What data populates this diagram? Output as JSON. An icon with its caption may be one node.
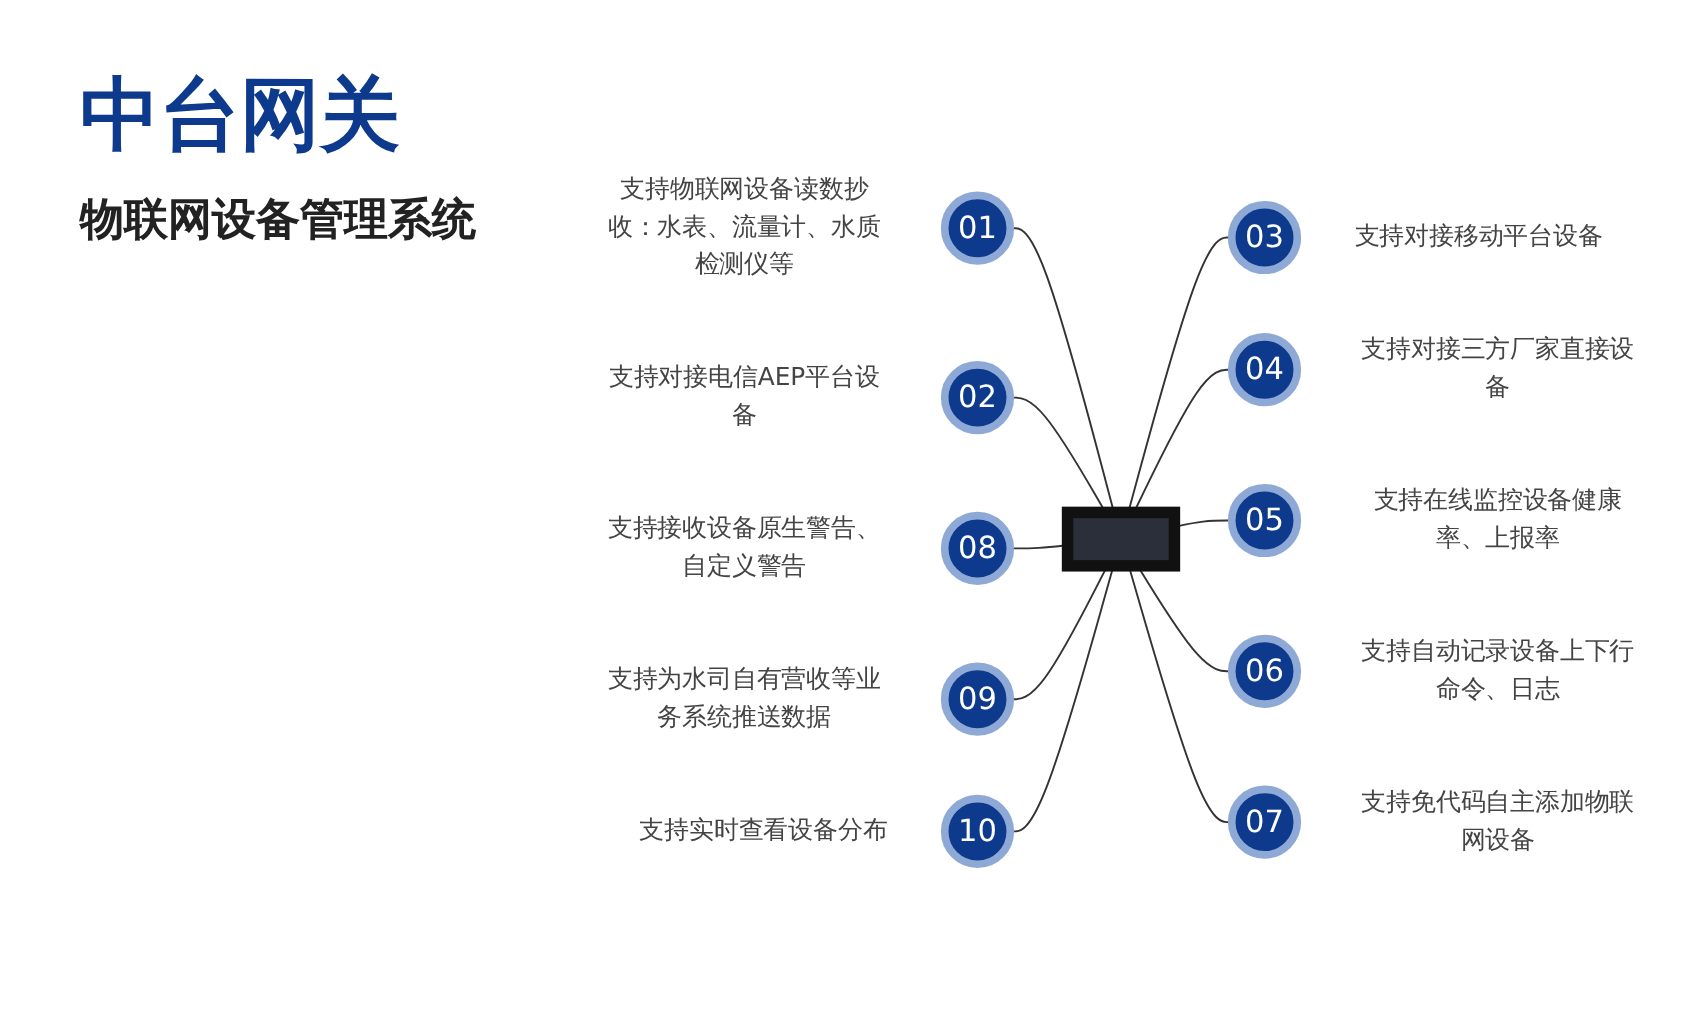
{
  "diagram": {
    "title": "中台网关",
    "nodes": [
      {
        "text": [
          "01"
        ],
        "beside": [
          "支持物联网设备读数抄收：水表、流量计、水质检测仪等"
        ]
      },
      {
        "text": [
          "02"
        ],
        "beside": [
          "支持对接电信AEP平台设备"
        ]
      },
      {
        "text": [
          "03"
        ],
        "beside": [
          "支持对接移动平台设备"
        ]
      },
      {
        "text": [
          "04"
        ],
        "beside": [
          "支持对接三方厂家直接设备"
        ]
      },
      {
        "text": [
          "05"
        ],
        "beside": [
          "支持在线监控设备健康率、上报率"
        ]
      },
      {
        "text": [
          "06"
        ],
        "beside": [
          "支持自动记录设备上下行命令、日志"
        ]
      },
      {
        "text": [
          "07"
        ],
        "beside": [
          "支持免代码自主添加物联网设备"
        ]
      },
      {
        "text": [
          "08"
        ],
        "beside": [
          "支持接收设备原生警告、自定义警告"
        ]
      },
      {
        "text": [
          "09"
        ],
        "beside": [
          "支持为水司自有营收等业务系统推送数据"
        ]
      },
      {
        "text": [
          "10"
        ],
        "beside": [
          "支持实时查看设备分布"
        ]
      },
      {
        "text": [],
        "shape": "box"
      }
    ],
    "edges": [
      {
        "from": 0,
        "to": 10,
        "arrow": "none"
      },
      {
        "from": 1,
        "to": 10,
        "arrow": "none"
      },
      {
        "from": 10,
        "to": 2,
        "arrow": "none"
      },
      {
        "from": 10,
        "to": 3,
        "arrow": "none"
      },
      {
        "from": 10,
        "to": 4,
        "arrow": "none"
      },
      {
        "from": 10,
        "to": 5,
        "arrow": "none"
      },
      {
        "from": 10,
        "to": 6,
        "arrow": "none"
      },
      {
        "from": 7,
        "to": 10,
        "arrow": "none"
      },
      {
        "from": 8,
        "to": 10,
        "arrow": "none"
      },
      {
        "from": 9,
        "to": 10,
        "arrow": "none"
      }
    ],
    "labels": [
      "物联网设备管理系统"
    ]
  }
}
